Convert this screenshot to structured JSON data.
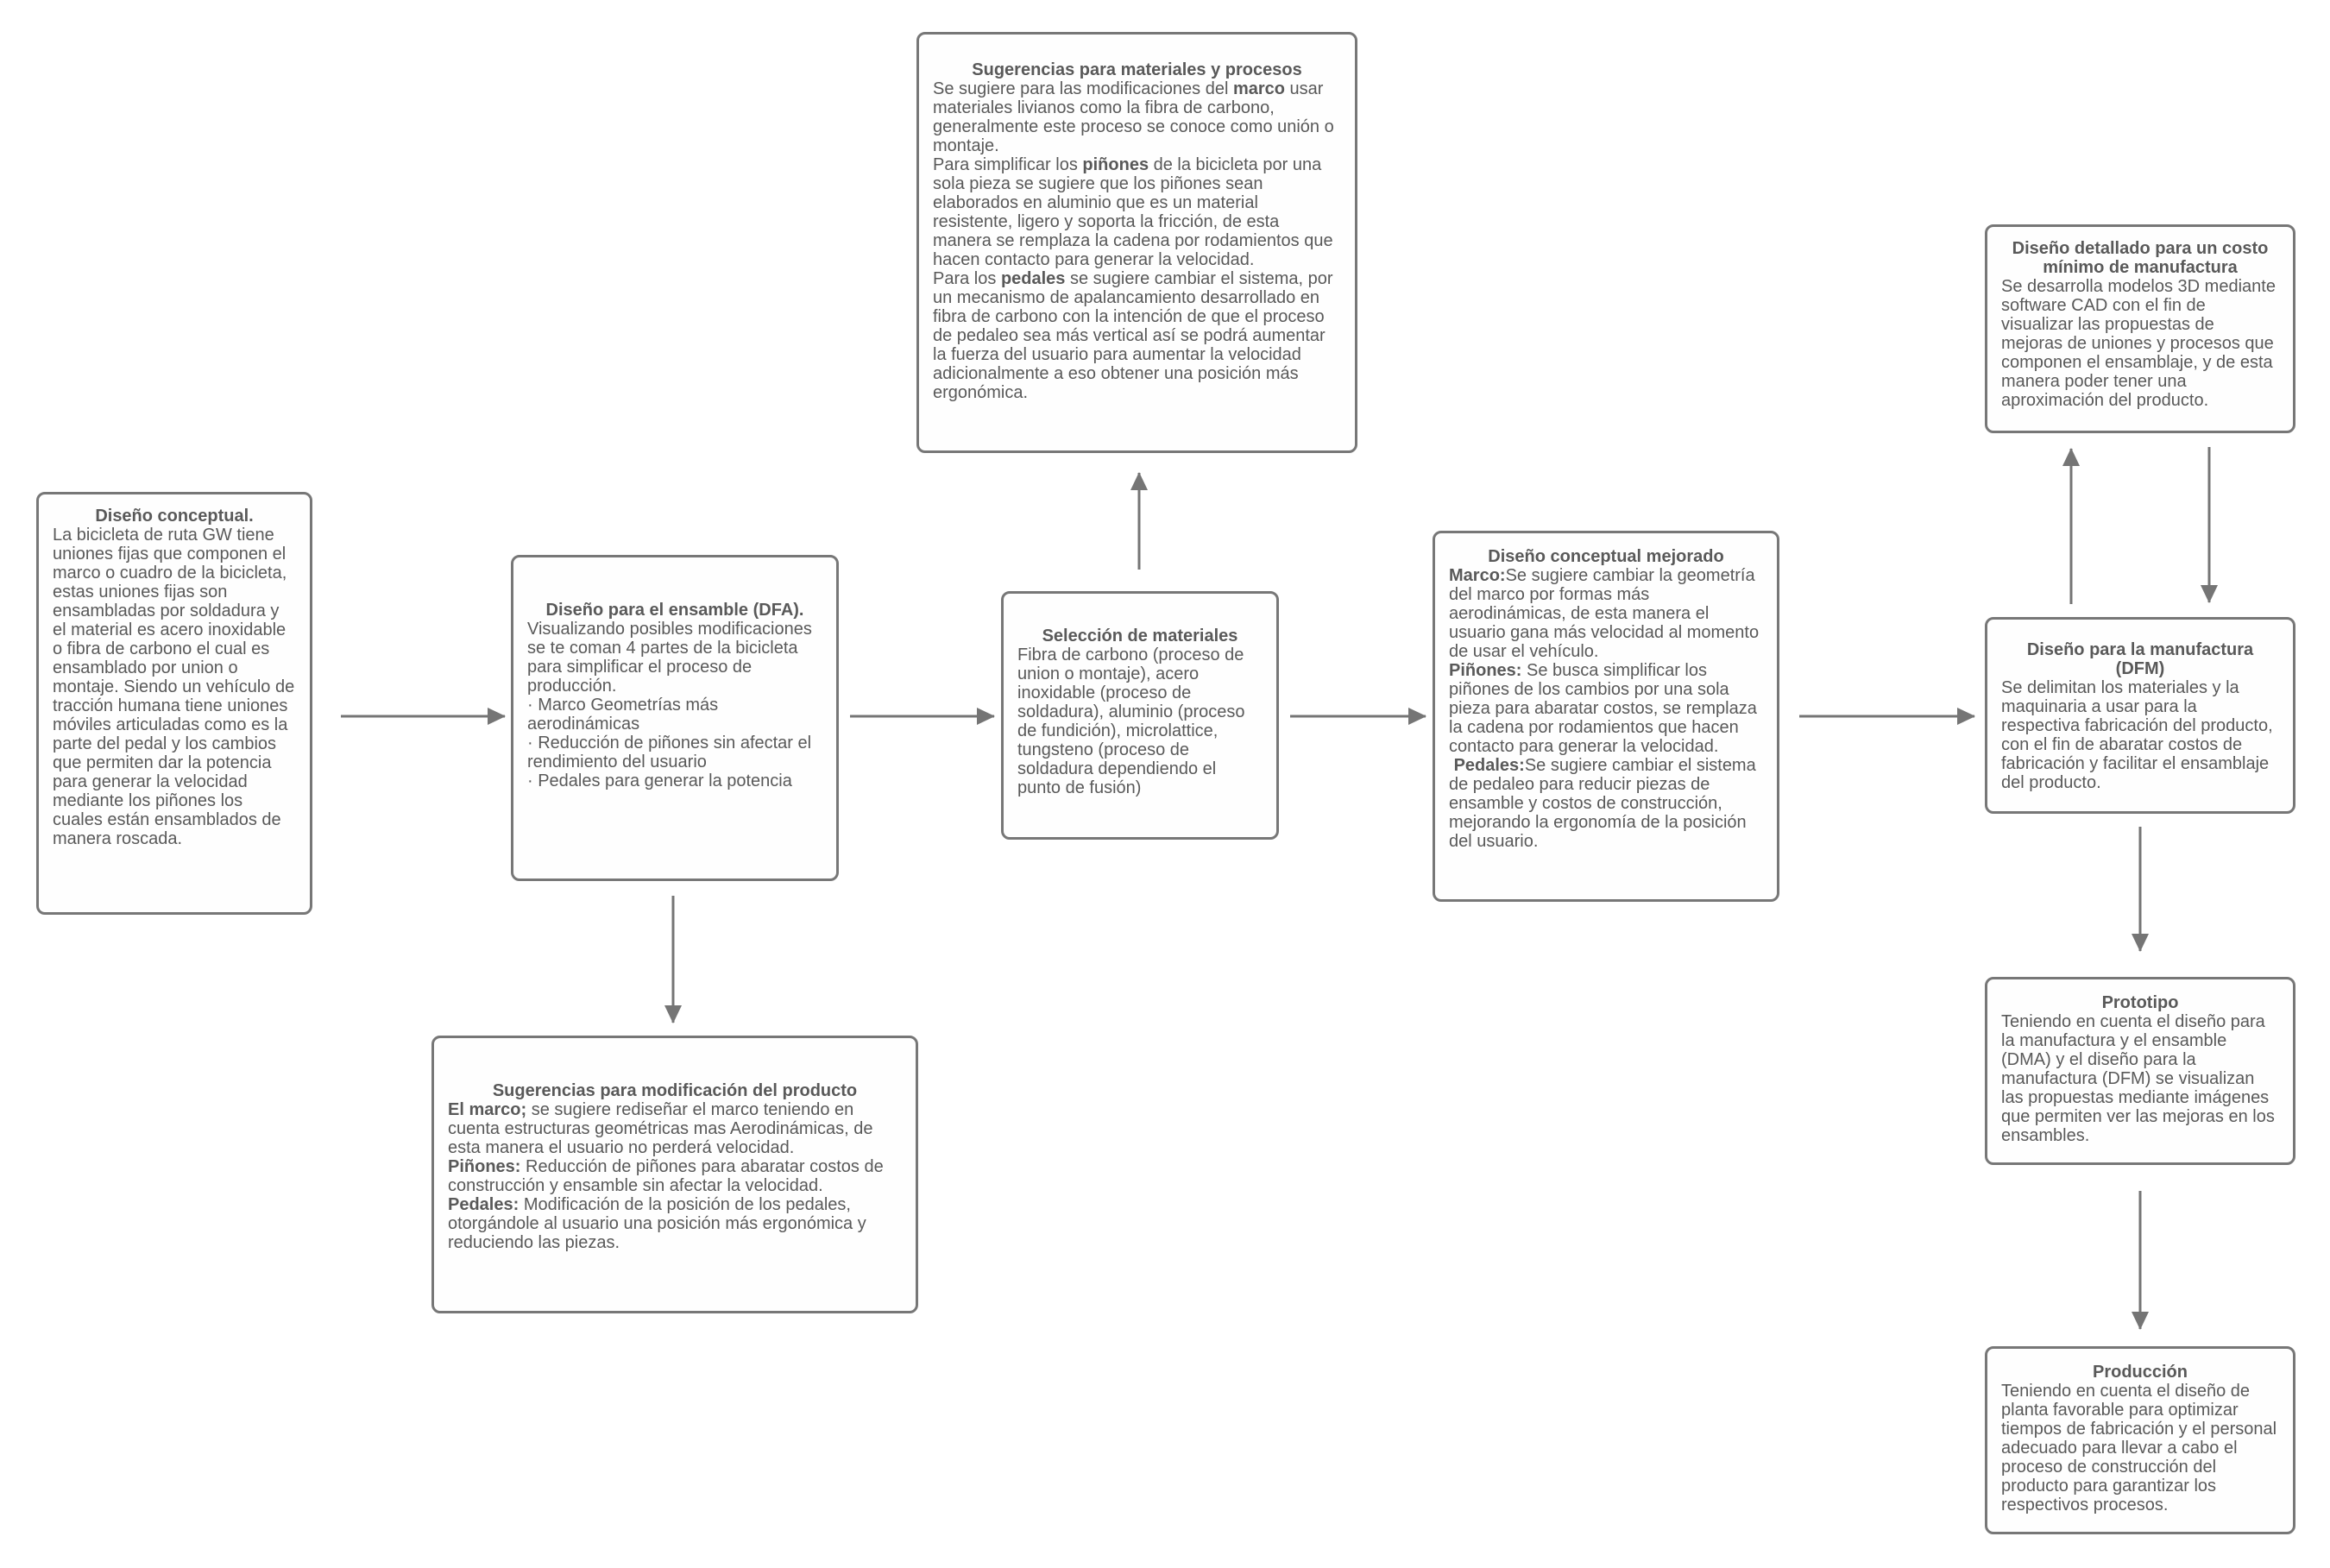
{
  "diagram": {
    "colors": {
      "background": "#ffffff",
      "box_fill": "#fefefe",
      "box_border": "#777777",
      "text": "#595959",
      "arrow": "#757575"
    },
    "boxes": {
      "materials_suggestions": {
        "title": "Sugerencias para materiales y procesos",
        "body": [
          {
            "t": "Se sugiere para las modificaciones del "
          },
          {
            "t": "marco",
            "b": true
          },
          {
            "t": " usar materiales livianos como la fibra de carbono, generalmente este proceso se conoce como unión o montaje.\nPara simplificar los "
          },
          {
            "t": "piñones",
            "b": true
          },
          {
            "t": " de la bicicleta por una sola pieza se sugiere que los piñones sean elaborados en aluminio que es un material resistente, ligero y soporta la fricción, de esta manera se remplaza la cadena por rodamientos que hacen contacto para generar la velocidad.\nPara los "
          },
          {
            "t": "pedales",
            "b": true
          },
          {
            "t": " se sugiere cambiar el sistema, por un mecanismo de apalancamiento desarrollado en fibra de carbono con la intención de que el proceso de pedaleo sea más vertical así se podrá aumentar la fuerza del usuario para aumentar la velocidad adicionalmente a eso obtener una posición más ergonómica."
          }
        ]
      },
      "conceptual_design": {
        "title": "Diseño conceptual.",
        "body": [
          {
            "t": "La bicicleta de ruta GW tiene uniones fijas que componen el marco o cuadro de la bicicleta, estas uniones fijas son ensambladas por soldadura y el material es acero inoxidable o fibra de carbono el cual es ensamblado por union o montaje. Siendo un vehículo de tracción humana tiene uniones móviles articuladas como es la parte del pedal y los cambios que permiten dar la potencia para generar la velocidad mediante los piñones los cuales están ensamblados de manera roscada."
          }
        ]
      },
      "dfa": {
        "title": "Diseño para el ensamble (DFA).",
        "body": [
          {
            "t": "Visualizando posibles modificaciones se te coman 4 partes de la bicicleta para simplificar el proceso de producción.\n· Marco Geometrías más aerodinámicas\n· Reducción de piñones sin afectar el rendimiento del usuario\n· Pedales para generar la potencia"
          }
        ]
      },
      "material_selection": {
        "title": "Selección de materiales",
        "body": [
          {
            "t": "Fibra de carbono (proceso de union o montaje), acero inoxidable (proceso de soldadura), aluminio (proceso de fundición), microlattice, tungsteno (proceso de soldadura dependiendo el punto de fusión)"
          }
        ]
      },
      "improved_conceptual": {
        "title": "Diseño conceptual mejorado",
        "body": [
          {
            "t": "Marco:",
            "b": true
          },
          {
            "t": "Se sugiere cambiar la geometría del marco por formas más aerodinámicas, de esta manera el usuario gana más velocidad al momento de usar el vehículo.\n"
          },
          {
            "t": "Piñones:",
            "b": true
          },
          {
            "t": " Se busca simplificar los piñones de los cambios por una sola pieza para abaratar costos, se remplaza la cadena por rodamientos que hacen contacto para generar la velocidad.\n "
          },
          {
            "t": "Pedales:",
            "b": true
          },
          {
            "t": "Se sugiere cambiar el sistema de pedaleo para reducir piezas de ensamble y costos de construcción, mejorando la ergonomía de la posición del usuario."
          }
        ]
      },
      "detailed_design": {
        "title": "Diseño detallado para un costo mínimo de manufactura",
        "body": [
          {
            "t": "Se desarrolla modelos 3D mediante software CAD con el fin de visualizar las propuestas de mejoras de uniones y procesos que componen el ensamblaje, y de esta manera poder tener una aproximación del producto."
          }
        ]
      },
      "dfm": {
        "title": "Diseño para la manufactura (DFM)",
        "body": [
          {
            "t": "Se delimitan los materiales y la maquinaria a usar para la respectiva fabricación del producto, con el fin de abaratar costos de fabricación y facilitar el ensamblaje del producto."
          }
        ]
      },
      "prototype": {
        "title": "Prototipo",
        "body": [
          {
            "t": "Teniendo en cuenta el diseño para la manufactura y el ensamble (DMA) y el diseño para la manufactura (DFM) se visualizan las propuestas mediante imágenes que permiten ver las mejoras en los ensambles."
          }
        ]
      },
      "production": {
        "title": "Producción",
        "body": [
          {
            "t": "Teniendo en cuenta el diseño de planta favorable para optimizar tiempos de fabricación y el personal adecuado para llevar a cabo el proceso de construcción del producto para garantizar los respectivos procesos."
          }
        ]
      },
      "product_modification": {
        "title": "Sugerencias para modificación del producto",
        "body": [
          {
            "t": "El marco;",
            "b": true
          },
          {
            "t": " se sugiere rediseñar el marco teniendo en cuenta estructuras geométricas mas Aerodinámicas, de esta manera el usuario no perderá velocidad.\n"
          },
          {
            "t": "Piñones:",
            "b": true
          },
          {
            "t": " Reducción de piñones para abaratar costos de construcción y ensamble sin afectar la velocidad.\n"
          },
          {
            "t": "Pedales:",
            "b": true
          },
          {
            "t": " Modificación de la posición de los pedales, otorgándole al usuario una posición más ergonómica y reduciendo las piezas."
          }
        ]
      }
    }
  }
}
